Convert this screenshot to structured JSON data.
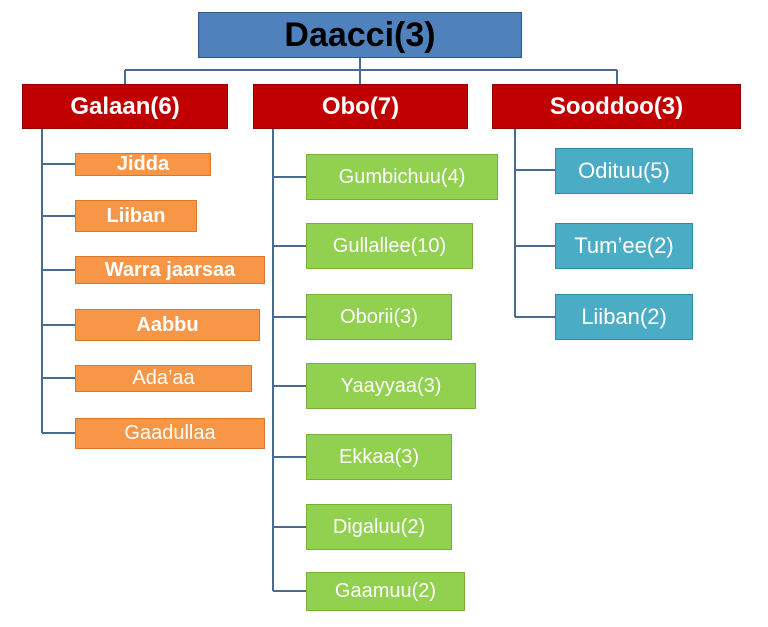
{
  "root": {
    "label": "Daacci(3)"
  },
  "branches": [
    {
      "label": "Galaan(6)",
      "children": [
        "Jidda",
        "Liiban",
        "Warra jaarsaa",
        "Aabbu",
        "Ada’aa",
        "Gaadullaa"
      ]
    },
    {
      "label": "Obo(7)",
      "children": [
        "Gumbichuu(4)",
        "Gullallee(10)",
        "Oborii(3)",
        "Yaayyaa(3)",
        "Ekkaa(3)",
        "Digaluu(2)",
        "Gaamuu(2)"
      ]
    },
    {
      "label": "Sooddoo(3)",
      "children": [
        "Odituu(5)",
        "Tum’ee(2)",
        "Liiban(2)"
      ]
    }
  ],
  "colors": {
    "root": "#4f81bd",
    "branch": "#c00000",
    "galaan_children": "#f79646",
    "obo_children": "#92d050",
    "sooddoo_children": "#4bacc6",
    "connector": "#4a6a8f"
  }
}
